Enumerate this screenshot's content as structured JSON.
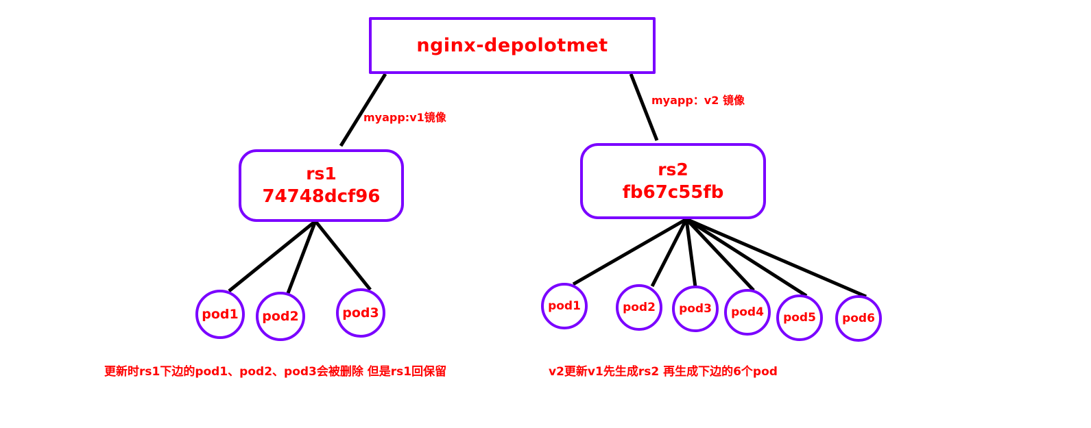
{
  "diagram": {
    "title": "nginx deployment rolling update diagram",
    "colors": {
      "node_border": "#7a00ff",
      "text": "#ff0000",
      "edge": "#000000",
      "background": "#ffffff"
    },
    "deployment": {
      "label": "nginx-depolotmet"
    },
    "edge_labels": [
      {
        "id": "v1",
        "text": "myapp:v1镜像"
      },
      {
        "id": "v2",
        "text": "myapp：v2 镜像"
      }
    ],
    "replicasets": [
      {
        "id": "rs1",
        "name": "rs1",
        "hash": "74748dcf96"
      },
      {
        "id": "rs2",
        "name": "rs2",
        "hash": "fb67c55fb"
      }
    ],
    "pods_rs1": [
      {
        "label": "pod1"
      },
      {
        "label": "pod2"
      },
      {
        "label": "pod3"
      }
    ],
    "pods_rs2": [
      {
        "label": "pod1"
      },
      {
        "label": "pod2"
      },
      {
        "label": "pod3"
      },
      {
        "label": "pod4"
      },
      {
        "label": "pod5"
      },
      {
        "label": "pod6"
      }
    ],
    "captions": {
      "left": "更新时rs1下边的pod1、pod2、pod3会被删除 但是rs1回保留",
      "right": "v2更新v1先生成rs2 再生成下边的6个pod"
    }
  }
}
